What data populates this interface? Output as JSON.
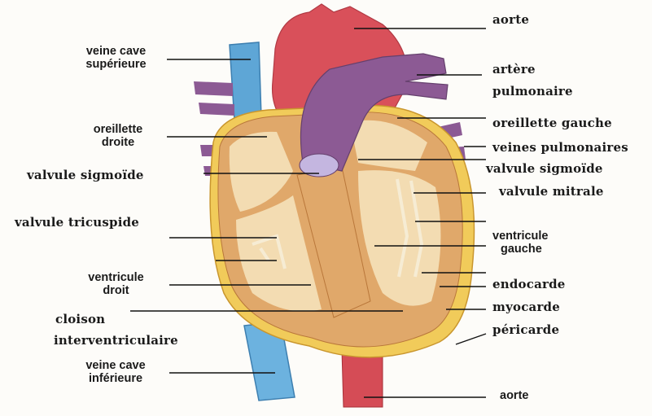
{
  "labels": {
    "aorte_top": "aorte",
    "artere_pulmonaire_1": "artère",
    "artere_pulmonaire_2": "pulmonaire",
    "oreillette_gauche": "oreillette gauche",
    "veines_pulmonaires": "veines pulmonaires",
    "valvule_sigmoide_right": "valvule sigmoïde",
    "valvule_mitrale": "valvule mitrale",
    "ventricule_gauche_1": "ventricule",
    "ventricule_gauche_2": "gauche",
    "endocarde": "endocarde",
    "myocarde": "myocarde",
    "pericarde": "péricarde",
    "aorte_bottom": "aorte",
    "veine_cave_sup_1": "veine cave",
    "veine_cave_sup_2": "supérieure",
    "oreillette_droite_1": "oreillette",
    "oreillette_droite_2": "droite",
    "valvule_sigmoide_left": "valvule sigmoïde",
    "valvule_tricuspide": "valvule tricuspide",
    "ventricule_droit_1": "ventricule",
    "ventricule_droit_2": "droit",
    "cloison_1": "cloison",
    "cloison_2": "interventriculaire",
    "veine_cave_inf_1": "veine cave",
    "veine_cave_inf_2": "inférieure"
  },
  "colors": {
    "aorta_red": "#d9505a",
    "pulmonary_purple": "#8c5a94",
    "vena_cava_blue": "#5ea6d6",
    "myocardium_tan": "#e0a86a",
    "endocardium_cream": "#f3dcb2",
    "pericardium_yellow": "#f1cb5a",
    "leader_line": "#111111"
  }
}
